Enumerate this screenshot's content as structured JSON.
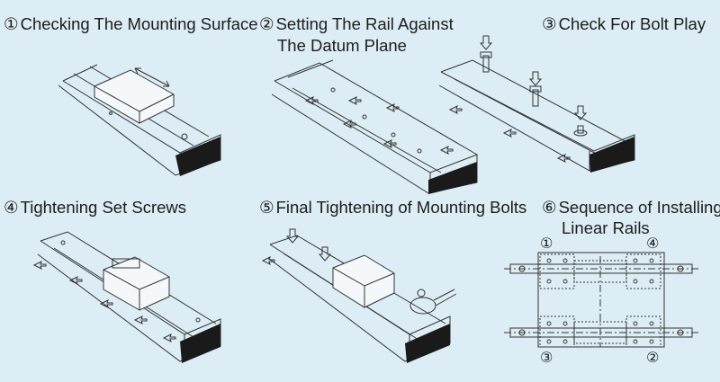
{
  "panels": [
    {
      "num": "①",
      "title": "Checking The Mounting Surface"
    },
    {
      "num": "②",
      "title_line1": "Setting The Rail Against",
      "title_line2": "The Datum Plane"
    },
    {
      "num": "③",
      "title": "Check For Bolt Play"
    },
    {
      "num": "④",
      "title": "Tightening Set Screws"
    },
    {
      "num": "⑤",
      "title": "Final Tightening of Mounting Bolts"
    },
    {
      "num": "⑥",
      "title_line1": "Sequence of Installing",
      "title_line2": "Linear Rails"
    }
  ],
  "sequence_labels": {
    "top_left": "①",
    "top_right": "④",
    "bottom_left": "③",
    "bottom_right": "②"
  },
  "colors": {
    "background": "#dcedf6",
    "line": "#333333",
    "rail_end": "#1a1a1a"
  }
}
